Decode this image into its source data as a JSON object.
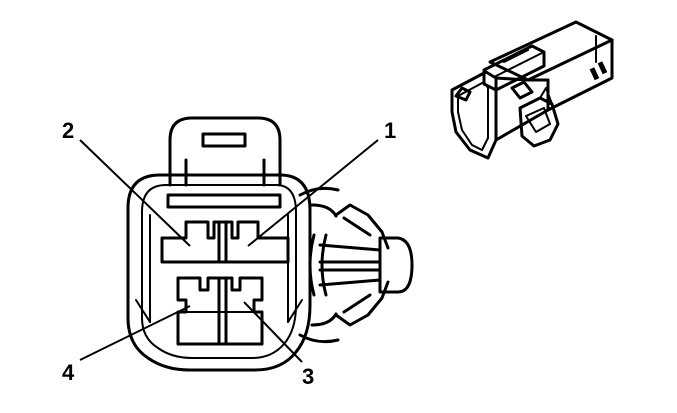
{
  "colors": {
    "stroke": "#000000",
    "background": "#ffffff"
  },
  "callouts": [
    {
      "id": "1",
      "label": "1"
    },
    {
      "id": "2",
      "label": "2"
    },
    {
      "id": "3",
      "label": "3"
    },
    {
      "id": "4",
      "label": "4"
    }
  ]
}
